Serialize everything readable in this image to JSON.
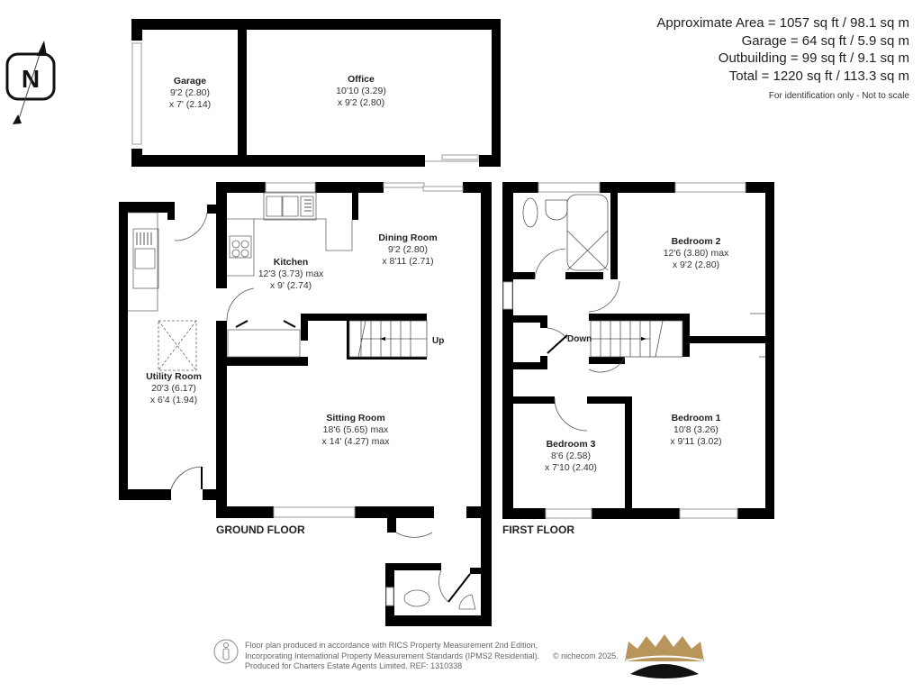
{
  "area_summary": {
    "approximate": "Approximate Area = 1057 sq ft / 98.1 sq m",
    "garage": "Garage = 64 sq ft / 5.9 sq m",
    "outbuilding": "Outbuilding = 99 sq ft / 9.1 sq m",
    "total": "Total = 1220 sq ft / 113.3 sq m",
    "disclaimer": "For identification only - Not to scale"
  },
  "compass": {
    "icon": "north-arrow-icon",
    "label": "N"
  },
  "outbuilding": {
    "rooms": [
      {
        "name": "Garage",
        "dim1": "9'2 (2.80)",
        "dim2": "x 7' (2.14)"
      },
      {
        "name": "Office",
        "dim1": "10'10 (3.29)",
        "dim2": "x 9'2 (2.80)"
      }
    ]
  },
  "ground_floor": {
    "label": "GROUND FLOOR",
    "stairs_label": "Up",
    "rooms": [
      {
        "name": "Kitchen",
        "dim1": "12'3 (3.73) max",
        "dim2": "x 9' (2.74)"
      },
      {
        "name": "Dining Room",
        "dim1": "9'2 (2.80)",
        "dim2": "x 8'11 (2.71)"
      },
      {
        "name": "Utility Room",
        "dim1": "20'3 (6.17)",
        "dim2": "x 6'4 (1.94)"
      },
      {
        "name": "Sitting Room",
        "dim1": "18'6 (5.65) max",
        "dim2": "x 14' (4.27) max"
      }
    ]
  },
  "first_floor": {
    "label": "FIRST FLOOR",
    "stairs_label": "Down",
    "rooms": [
      {
        "name": "Bedroom 2",
        "dim1": "12'6 (3.80) max",
        "dim2": "x 9'2 (2.80)"
      },
      {
        "name": "Bedroom 1",
        "dim1": "10'8 (3.26)",
        "dim2": "x 9'11 (3.02)"
      },
      {
        "name": "Bedroom 3",
        "dim1": "8'6 (2.58)",
        "dim2": "x 7'10 (2.40)"
      }
    ]
  },
  "footer": {
    "line1": "Floor plan produced in accordance with RICS Property Measurement 2nd Edition,",
    "line2": "Incorporating International Property Measurement Standards (IPMS2 Residential).",
    "line3": "Produced for Charters Estate Agents Limited.    REF: 1310338",
    "copyright": "© nichecom 2025.",
    "logo_color": "#b8955a"
  }
}
